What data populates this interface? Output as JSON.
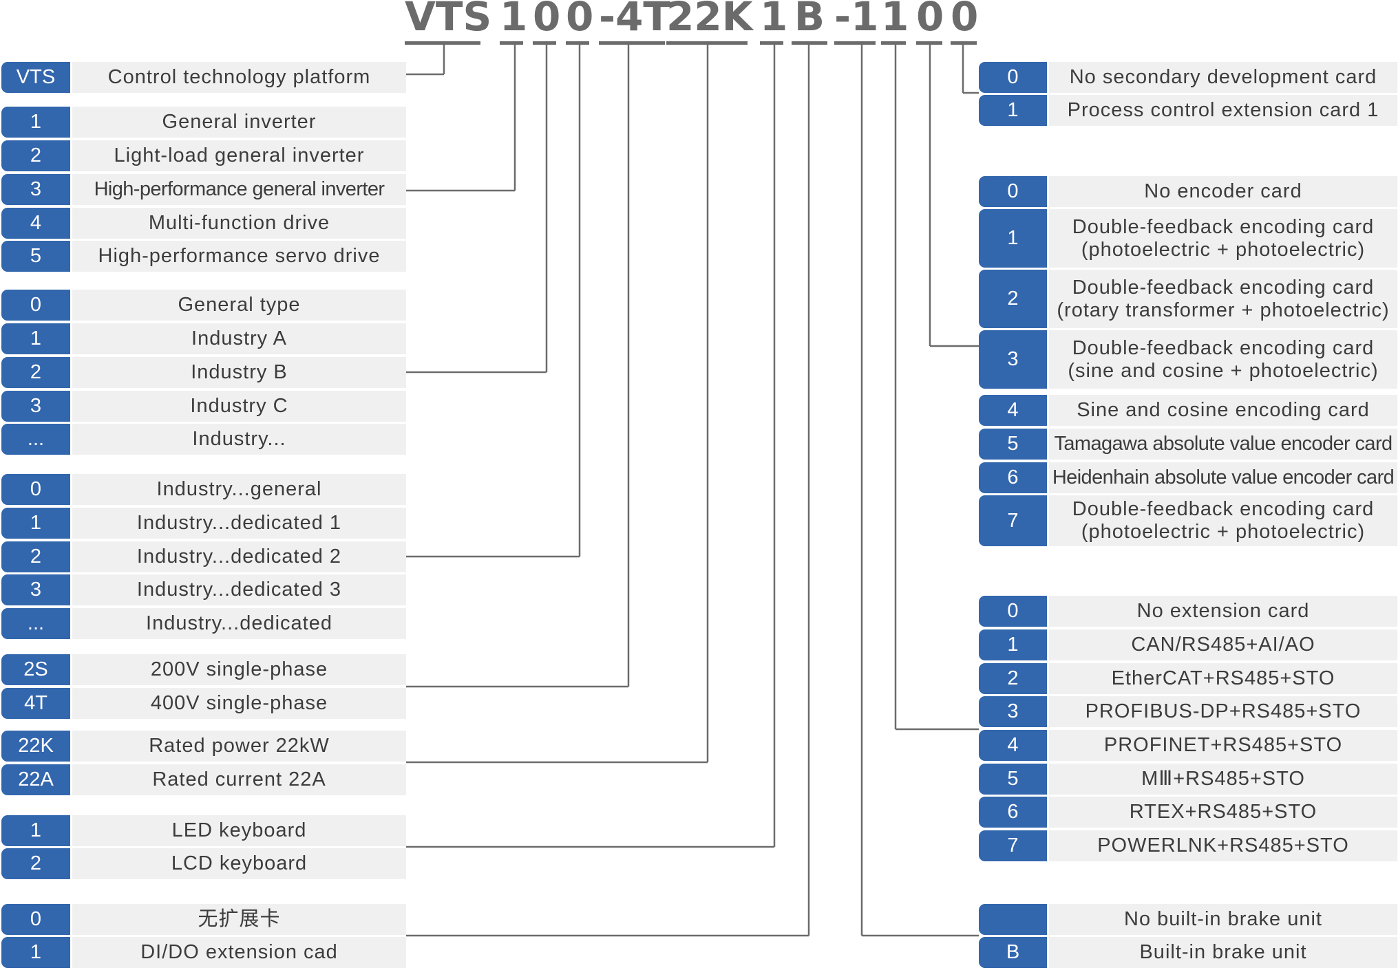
{
  "model_code": {
    "segments": [
      "VTS",
      "1",
      "0",
      "0",
      "-4T",
      "22K",
      "1",
      "B",
      "-1",
      "1",
      "0",
      "0"
    ]
  },
  "left_groups": [
    {
      "name": "platform",
      "rows": [
        {
          "code": "VTS",
          "text": "Control technology platform"
        }
      ]
    },
    {
      "name": "product-type",
      "rows": [
        {
          "code": "1",
          "text": "General inverter"
        },
        {
          "code": "2",
          "text": "Light-load general inverter"
        },
        {
          "code": "3",
          "text": "High-performance general inverter"
        },
        {
          "code": "4",
          "text": "Multi-function drive"
        },
        {
          "code": "5",
          "text": "High-performance servo drive"
        }
      ]
    },
    {
      "name": "industry",
      "rows": [
        {
          "code": "0",
          "text": "General type"
        },
        {
          "code": "1",
          "text": "Industry A"
        },
        {
          "code": "2",
          "text": "Industry B"
        },
        {
          "code": "3",
          "text": "Industry C"
        },
        {
          "code": "...",
          "text": "Industry..."
        }
      ]
    },
    {
      "name": "industry-dedicated",
      "rows": [
        {
          "code": "0",
          "text": "Industry...general"
        },
        {
          "code": "1",
          "text": "Industry...dedicated 1"
        },
        {
          "code": "2",
          "text": "Industry...dedicated 2"
        },
        {
          "code": "3",
          "text": "Industry...dedicated 3"
        },
        {
          "code": "...",
          "text": "Industry...dedicated"
        }
      ]
    },
    {
      "name": "voltage",
      "rows": [
        {
          "code": "2S",
          "text": "200V single-phase"
        },
        {
          "code": "4T",
          "text": "400V single-phase"
        }
      ]
    },
    {
      "name": "rating",
      "rows": [
        {
          "code": "22K",
          "text": "Rated power 22kW"
        },
        {
          "code": "22A",
          "text": "Rated current 22A"
        }
      ]
    },
    {
      "name": "keyboard",
      "rows": [
        {
          "code": "1",
          "text": "LED keyboard"
        },
        {
          "code": "2",
          "text": "LCD keyboard"
        }
      ]
    },
    {
      "name": "io-card",
      "rows": [
        {
          "code": "0",
          "text": "无扩展卡"
        },
        {
          "code": "1",
          "text": "DI/DO extension cad"
        }
      ]
    }
  ],
  "right_groups": [
    {
      "name": "secondary-dev-card",
      "rows": [
        {
          "code": "0",
          "text": "No secondary development card"
        },
        {
          "code": "1",
          "text": "Process control extension card 1"
        }
      ]
    },
    {
      "name": "encoder-card",
      "rows": [
        {
          "code": "0",
          "text": "No encoder card"
        },
        {
          "code": "1",
          "text": "Double-feedback encoding card\n(photoelectric + photoelectric)"
        },
        {
          "code": "2",
          "text": "Double-feedback encoding card\n(rotary transformer + photoelectric)"
        },
        {
          "code": "3",
          "text": "Double-feedback encoding card\n(sine and cosine + photoelectric)"
        },
        {
          "code": "4",
          "text": "Sine and cosine encoding card"
        },
        {
          "code": "5",
          "text": "Tamagawa absolute value encoder card"
        },
        {
          "code": "6",
          "text": "Heidenhain absolute value encoder card"
        },
        {
          "code": "7",
          "text": "Double-feedback encoding card\n(photoelectric + photoelectric)"
        }
      ]
    },
    {
      "name": "extension-card",
      "rows": [
        {
          "code": "0",
          "text": "No extension card"
        },
        {
          "code": "1",
          "text": "CAN/RS485+AI/AO"
        },
        {
          "code": "2",
          "text": "EtherCAT+RS485+STO"
        },
        {
          "code": "3",
          "text": "PROFIBUS-DP+RS485+STO"
        },
        {
          "code": "4",
          "text": "PROFINET+RS485+STO"
        },
        {
          "code": "5",
          "text": "MⅢ+RS485+STO"
        },
        {
          "code": "6",
          "text": "RTEX+RS485+STO"
        },
        {
          "code": "7",
          "text": "POWERLNK+RS485+STO"
        }
      ]
    },
    {
      "name": "brake-unit",
      "rows": [
        {
          "code": "",
          "text": "No built-in brake unit"
        },
        {
          "code": "B",
          "text": "Built-in brake unit"
        }
      ]
    }
  ],
  "colors": {
    "code_bg": "#3266ad",
    "desc_bg": "#f0f0f0",
    "line": "#6b6b6b"
  }
}
